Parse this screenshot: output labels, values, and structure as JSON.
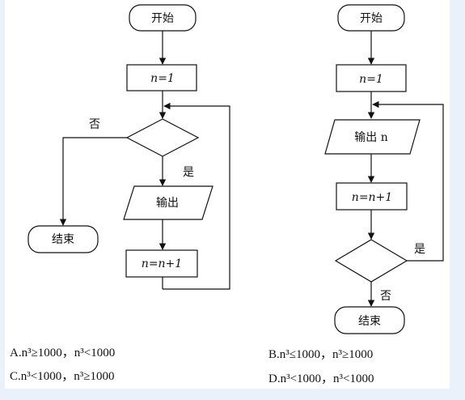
{
  "left_flowchart": {
    "start": "开始",
    "init": "n=1",
    "no_label": "否",
    "yes_label": "是",
    "output": "输出",
    "increment": "n=n+1",
    "end": "结束"
  },
  "right_flowchart": {
    "start": "开始",
    "init": "n=1",
    "output": "输出 n",
    "increment": "n=n+1",
    "yes_label": "是",
    "no_label": "否",
    "end": "结束"
  },
  "options": {
    "a": "A.n³≥1000，n³<1000",
    "b": "B.n³≤1000，n³≥1000",
    "c": "C.n³<1000，n³≥1000",
    "d": "D.n³<1000，n³<1000"
  }
}
